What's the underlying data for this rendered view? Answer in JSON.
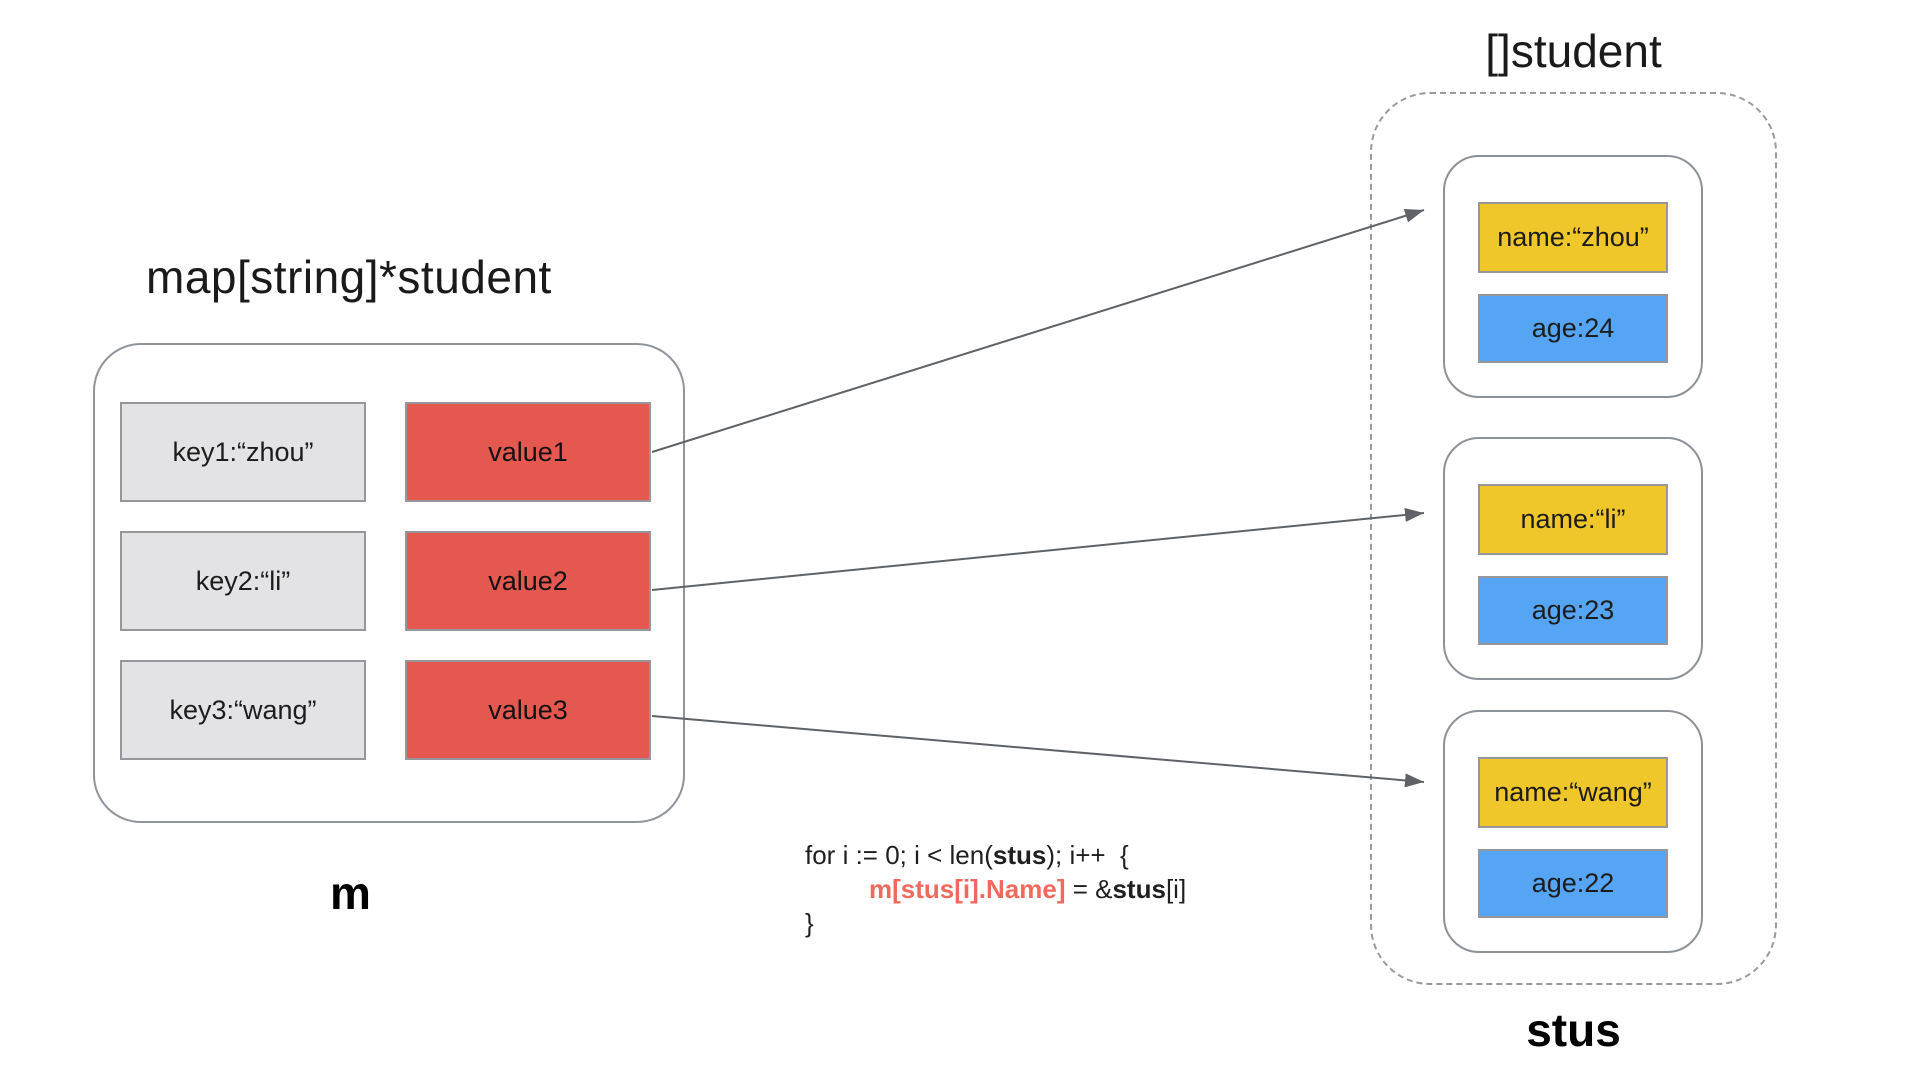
{
  "map": {
    "title": "map[string]*student",
    "label": "m",
    "rows": [
      {
        "key": "key1:“zhou”",
        "value": "value1"
      },
      {
        "key": "key2:“li”",
        "value": "value2"
      },
      {
        "key": "key3:“wang”",
        "value": "value3"
      }
    ]
  },
  "slice": {
    "title": "[]student",
    "label": "stus",
    "students": [
      {
        "name": "name:“zhou”",
        "age": "age:24"
      },
      {
        "name": "name:“li”",
        "age": "age:23"
      },
      {
        "name": "name:“wang”",
        "age": "age:22"
      }
    ]
  },
  "code": {
    "line1_a": "for i := 0; i < len(",
    "line1_b": "stus",
    "line1_c": "); i++  {",
    "line2_a": "m[stus[i].Name]",
    "line2_b": " = &",
    "line2_c": "stus",
    "line2_d": "[i]",
    "line3": "}"
  },
  "colors": {
    "value_red": "#e5584f",
    "key_gray": "#e3e3e5",
    "name_yellow": "#efc72b",
    "age_blue": "#56a5f4",
    "code_red": "#ef6a5e",
    "border_gray": "#96969b",
    "arrow_gray": "#5f6368"
  }
}
